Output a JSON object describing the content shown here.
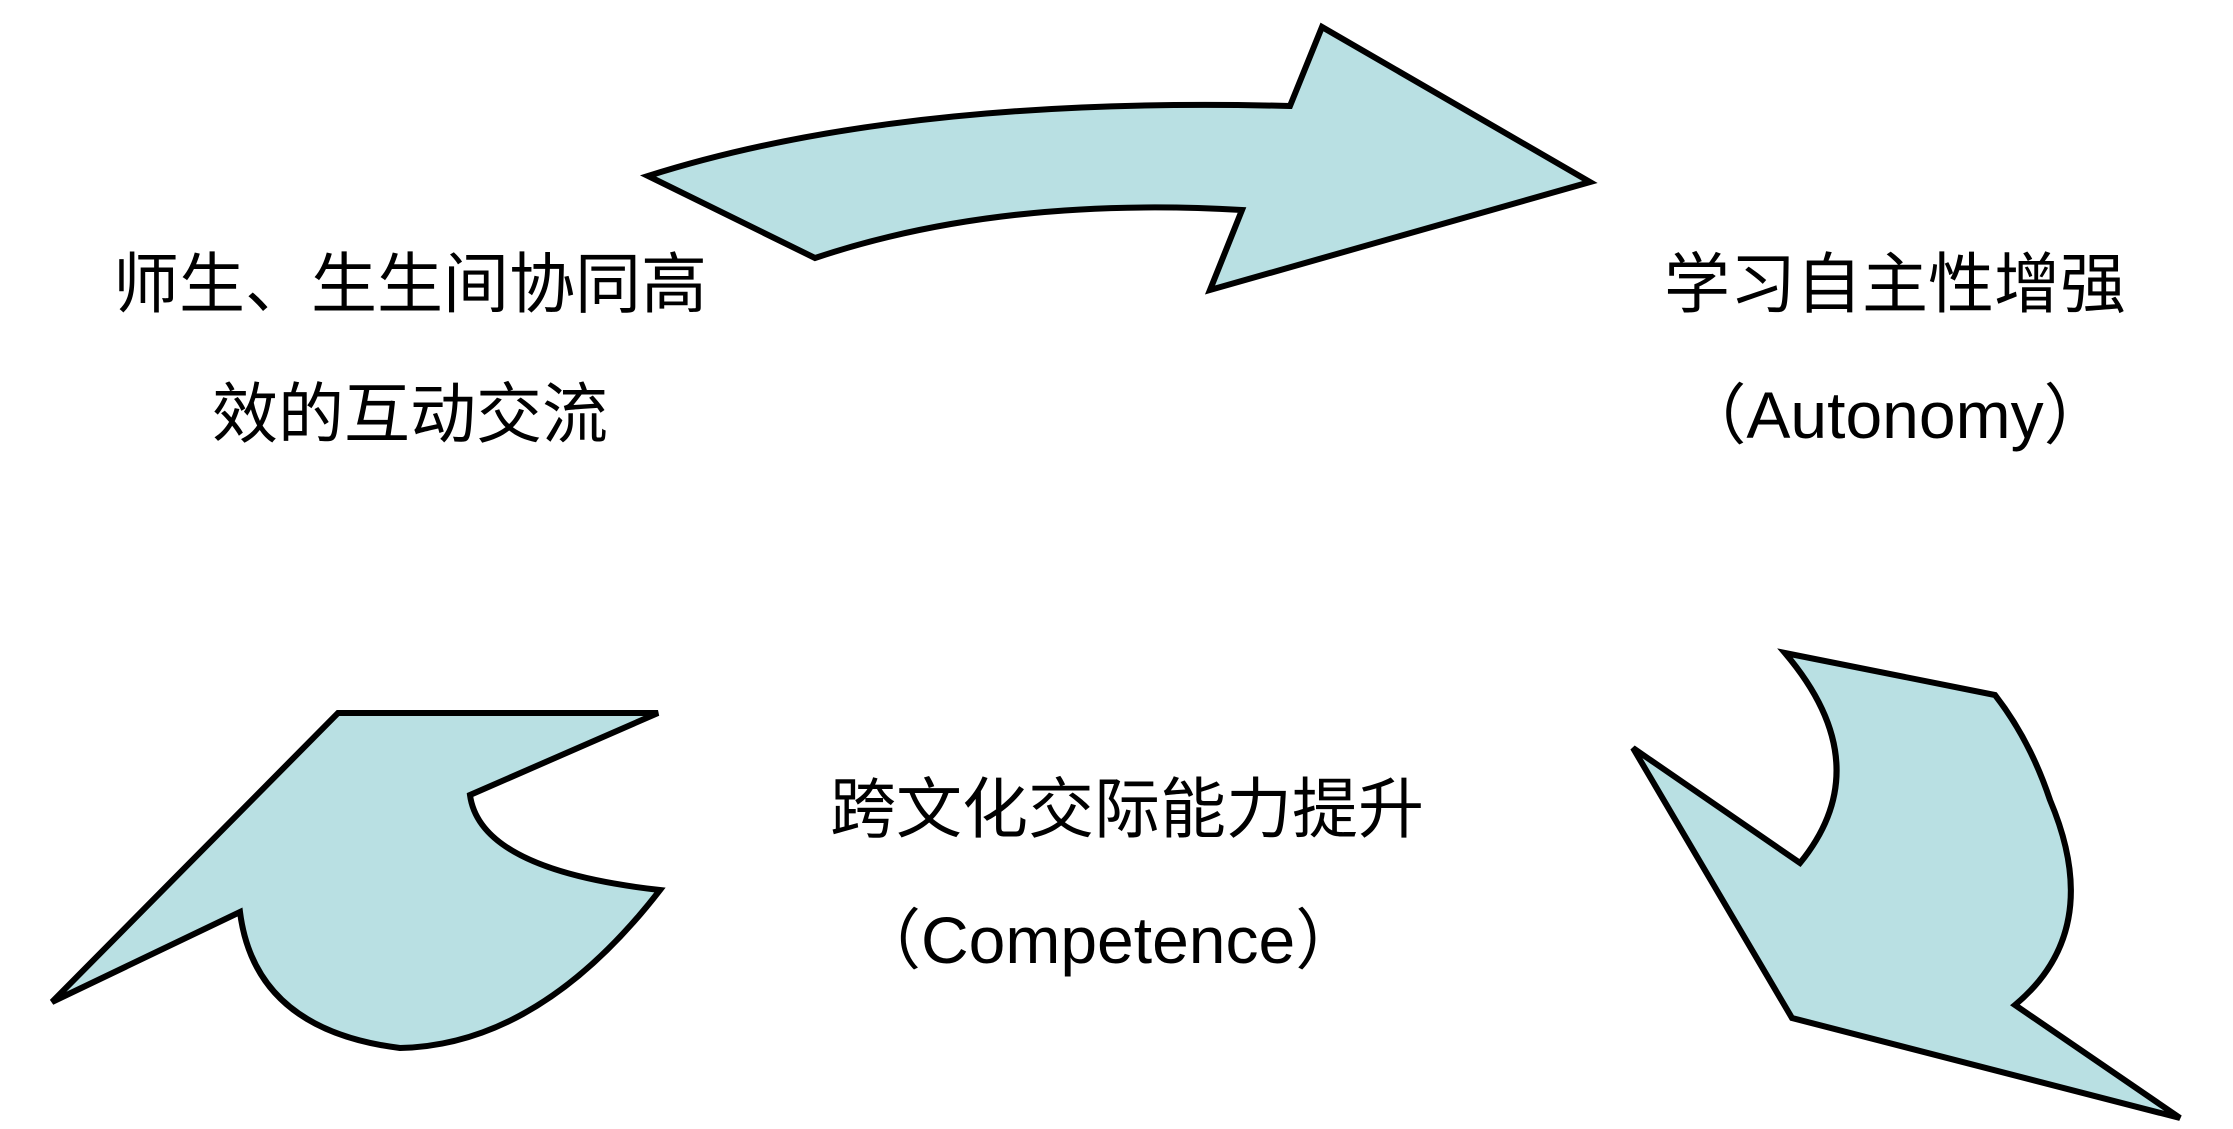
{
  "diagram": {
    "colors": {
      "arrow_fill": "#b9e0e3",
      "arrow_stroke": "#000000",
      "text": "#000000"
    },
    "nodes": {
      "interaction": {
        "line1": "师生、生生间协同高",
        "line2": "效的互动交流"
      },
      "autonomy": {
        "line1": "学习自主性增强",
        "line2": "（Autonomy）"
      },
      "competence": {
        "line1": "跨文化交际能力提升",
        "line2": "（Competence）"
      }
    },
    "arrows": [
      {
        "from": "interaction",
        "to": "autonomy"
      },
      {
        "from": "autonomy",
        "to": "competence"
      },
      {
        "from": "competence",
        "to": "interaction"
      }
    ]
  }
}
